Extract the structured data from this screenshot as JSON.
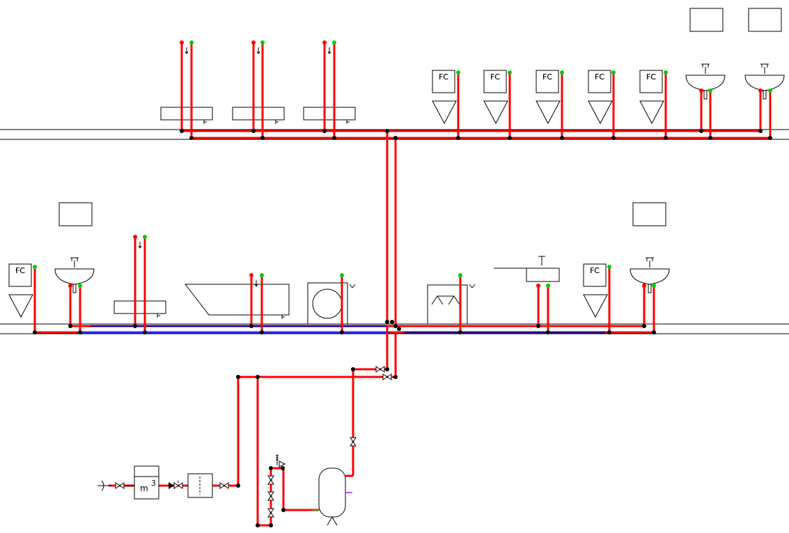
{
  "labels": {
    "fixture_code": "FC",
    "meter_unit": "m",
    "meter_sup": "3"
  },
  "colors": {
    "hot_water": "#ff0000",
    "return_line": "#33008a",
    "cold_water": "#2b2bff",
    "node": "#000000",
    "open_end": "#00cc00",
    "floor_line": "#000000"
  },
  "icons": [
    "floor-line",
    "riser-pipe",
    "flush-cistern-icon",
    "washbasin-icon",
    "bathtub-icon",
    "shower-tray-icon",
    "washing-machine-icon",
    "dishwasher-icon",
    "kitchen-sink-icon",
    "gate-valve-icon",
    "check-valve-icon",
    "water-meter-icon",
    "filter-icon",
    "water-heater-tank-icon",
    "safety-valve-icon"
  ]
}
